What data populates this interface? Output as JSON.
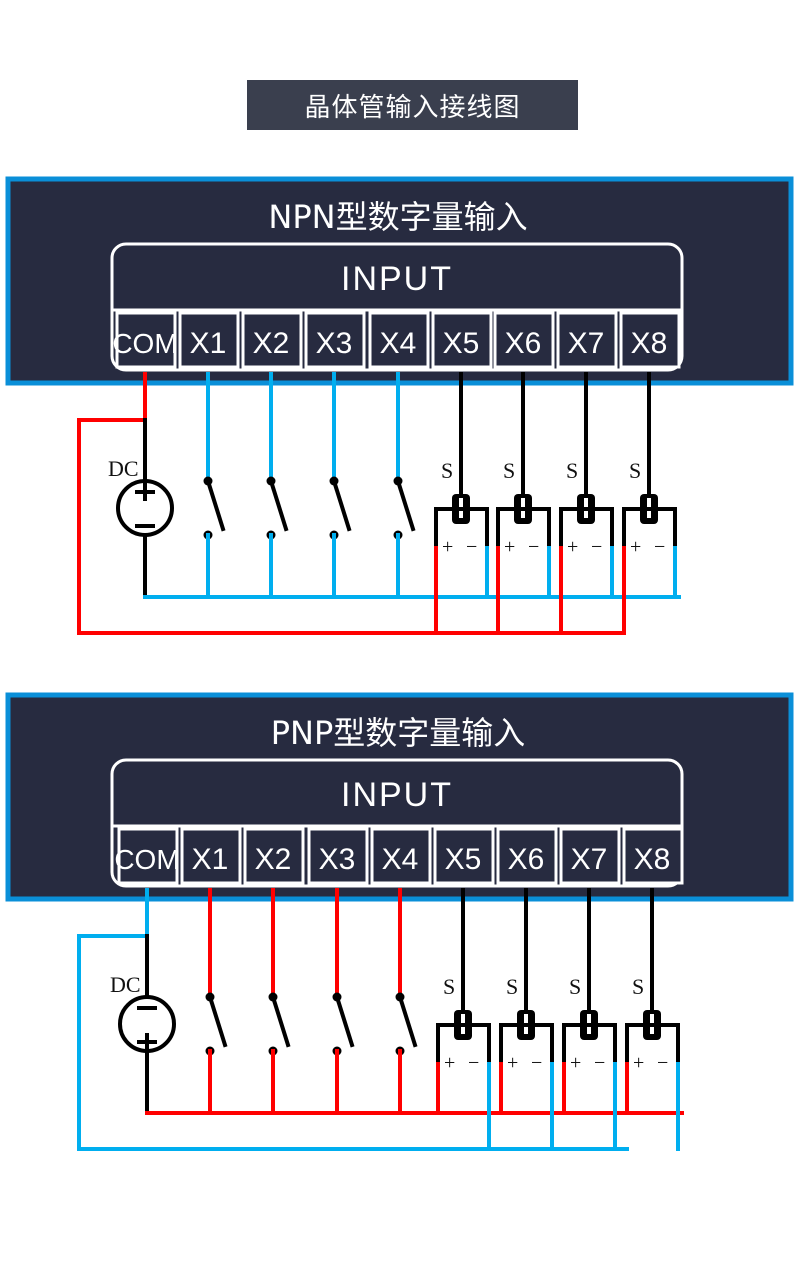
{
  "title": "晶体管输入接线图",
  "colors": {
    "panel_fill": "#272b40",
    "panel_border": "#0a8fd8",
    "title_fill": "#3a3f4e",
    "wire_red": "#ff0000",
    "wire_blue": "#00aeef",
    "wire_black": "#000000",
    "text_light": "#ffffff"
  },
  "panels": [
    {
      "id": "npn",
      "title": "NPN型数字量输入",
      "input_label": "INPUT",
      "terminals": [
        "COM",
        "X1",
        "X2",
        "X3",
        "X4",
        "X5",
        "X6",
        "X7",
        "X8"
      ],
      "dc_label": "DC",
      "dc_polarity_top": "+",
      "dc_polarity_bottom": "−",
      "com_wire_color": "red",
      "switch_wire_color": "blue",
      "return_wire_color": "blue",
      "supply_loop_color": "red",
      "switch_inputs": [
        "X1",
        "X2",
        "X3",
        "X4"
      ],
      "sensor_inputs": [
        "X5",
        "X6",
        "X7",
        "X8"
      ],
      "sensor_signal_label": "S",
      "sensor_plus": "+",
      "sensor_minus": "−"
    },
    {
      "id": "pnp",
      "title": "PNP型数字量输入",
      "input_label": "INPUT",
      "terminals": [
        "COM",
        "X1",
        "X2",
        "X3",
        "X4",
        "X5",
        "X6",
        "X7",
        "X8"
      ],
      "dc_label": "DC",
      "dc_polarity_top": "−",
      "dc_polarity_bottom": "+",
      "com_wire_color": "blue",
      "switch_wire_color": "red",
      "return_wire_color": "red",
      "supply_loop_color": "blue",
      "switch_inputs": [
        "X1",
        "X2",
        "X3",
        "X4"
      ],
      "sensor_inputs": [
        "X5",
        "X6",
        "X7",
        "X8"
      ],
      "sensor_signal_label": "S",
      "sensor_plus": "+",
      "sensor_minus": "−"
    }
  ]
}
